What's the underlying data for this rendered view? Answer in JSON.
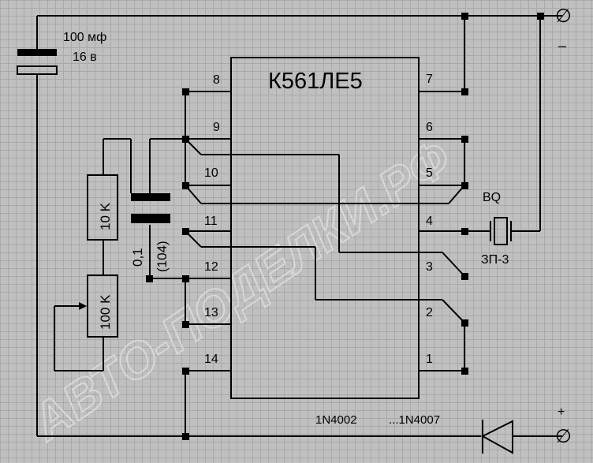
{
  "ic": {
    "label": "К561ЛЕ5"
  },
  "pins": {
    "p1": "1",
    "p2": "2",
    "p3": "3",
    "p4": "4",
    "p5": "5",
    "p6": "6",
    "p7": "7",
    "p8": "8",
    "p9": "9",
    "p10": "10",
    "p11": "11",
    "p12": "12",
    "p13": "13",
    "p14": "14"
  },
  "capacitor_electrolytic": {
    "value": "100 мф",
    "voltage": "16 в"
  },
  "capacitor_ceramic": {
    "value": "0,1",
    "code": "(104)"
  },
  "resistors": {
    "fixed": "10 K",
    "variable": "100 K"
  },
  "buzzer": {
    "designator": "BQ",
    "model": "ЗП-3"
  },
  "diode": {
    "part_a": "1N4002",
    "part_b": "...1N4007"
  },
  "terminals": {
    "neg_sign": "–",
    "pos_sign": "+",
    "terminal_symbol": "∅"
  },
  "watermark": "АВТО-ПОДЕЛКИ.РФ",
  "colors": {
    "background": "#c0c0c0",
    "grid": "#a9a9a9",
    "ink": "#000000",
    "watermark": "#d8d8d8"
  }
}
